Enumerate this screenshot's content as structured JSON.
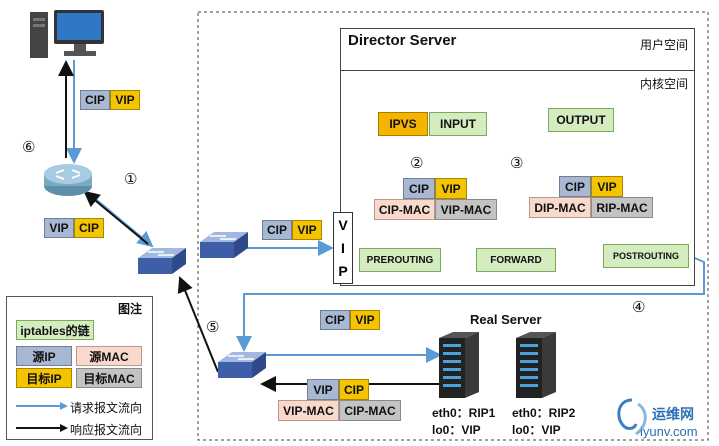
{
  "director": {
    "title": "Director Server",
    "user_space": "用户空间",
    "kernel_space": "内核空间",
    "ipvs": "IPVS",
    "input": "INPUT",
    "output": "OUTPUT",
    "prerouting": "PREROUTING",
    "forward": "FORWARD",
    "postrouting": "POSTROUTING",
    "vip_port": [
      "V",
      "I",
      "P"
    ]
  },
  "packets": {
    "client_req": {
      "src": "CIP",
      "dst": "VIP"
    },
    "router_resp": {
      "src": "VIP",
      "dst": "CIP"
    },
    "switch_req": {
      "src": "CIP",
      "dst": "VIP"
    },
    "pre": {
      "src": "CIP",
      "dst": "VIP",
      "src_mac": "CIP-MAC",
      "dst_mac": "VIP-MAC"
    },
    "post": {
      "src": "CIP",
      "dst": "VIP",
      "src_mac": "DIP-MAC",
      "dst_mac": "RIP-MAC"
    },
    "to_real": {
      "src": "CIP",
      "dst": "VIP"
    },
    "real_resp": {
      "src": "VIP",
      "dst": "CIP",
      "src_mac": "VIP-MAC",
      "dst_mac": "CIP-MAC"
    }
  },
  "steps": [
    "①",
    "②",
    "③",
    "④",
    "⑤",
    "⑥"
  ],
  "real_server": {
    "title": "Real Server",
    "rs1": {
      "eth0": "eth0：RIP1",
      "lo0": "lo0：VIP"
    },
    "rs2": {
      "eth0": "eth0：RIP2",
      "lo0": "lo0：VIP"
    }
  },
  "legend": {
    "title": "图注",
    "chain": "iptables的链",
    "src_ip": "源IP",
    "src_mac": "源MAC",
    "dst_ip": "目标IP",
    "dst_mac": "目标MAC",
    "request_flow": "请求报文流向",
    "response_flow": "响应报文流向"
  },
  "watermark": {
    "name": "运维网",
    "url": "iyunv.com"
  },
  "colors": {
    "src_ip": "#a9b8d2",
    "dst_ip": "#f4c400",
    "src_mac": "#f8d9cc",
    "dst_mac": "#c3c3c3",
    "chain": "#d4ecbf",
    "ipvs": "#f4b400",
    "request_arrow": "#5b9bd5",
    "response_arrow": "#111111"
  },
  "icons": [
    "computer-icon",
    "router-icon",
    "switch-icon",
    "server-rack-icon"
  ]
}
